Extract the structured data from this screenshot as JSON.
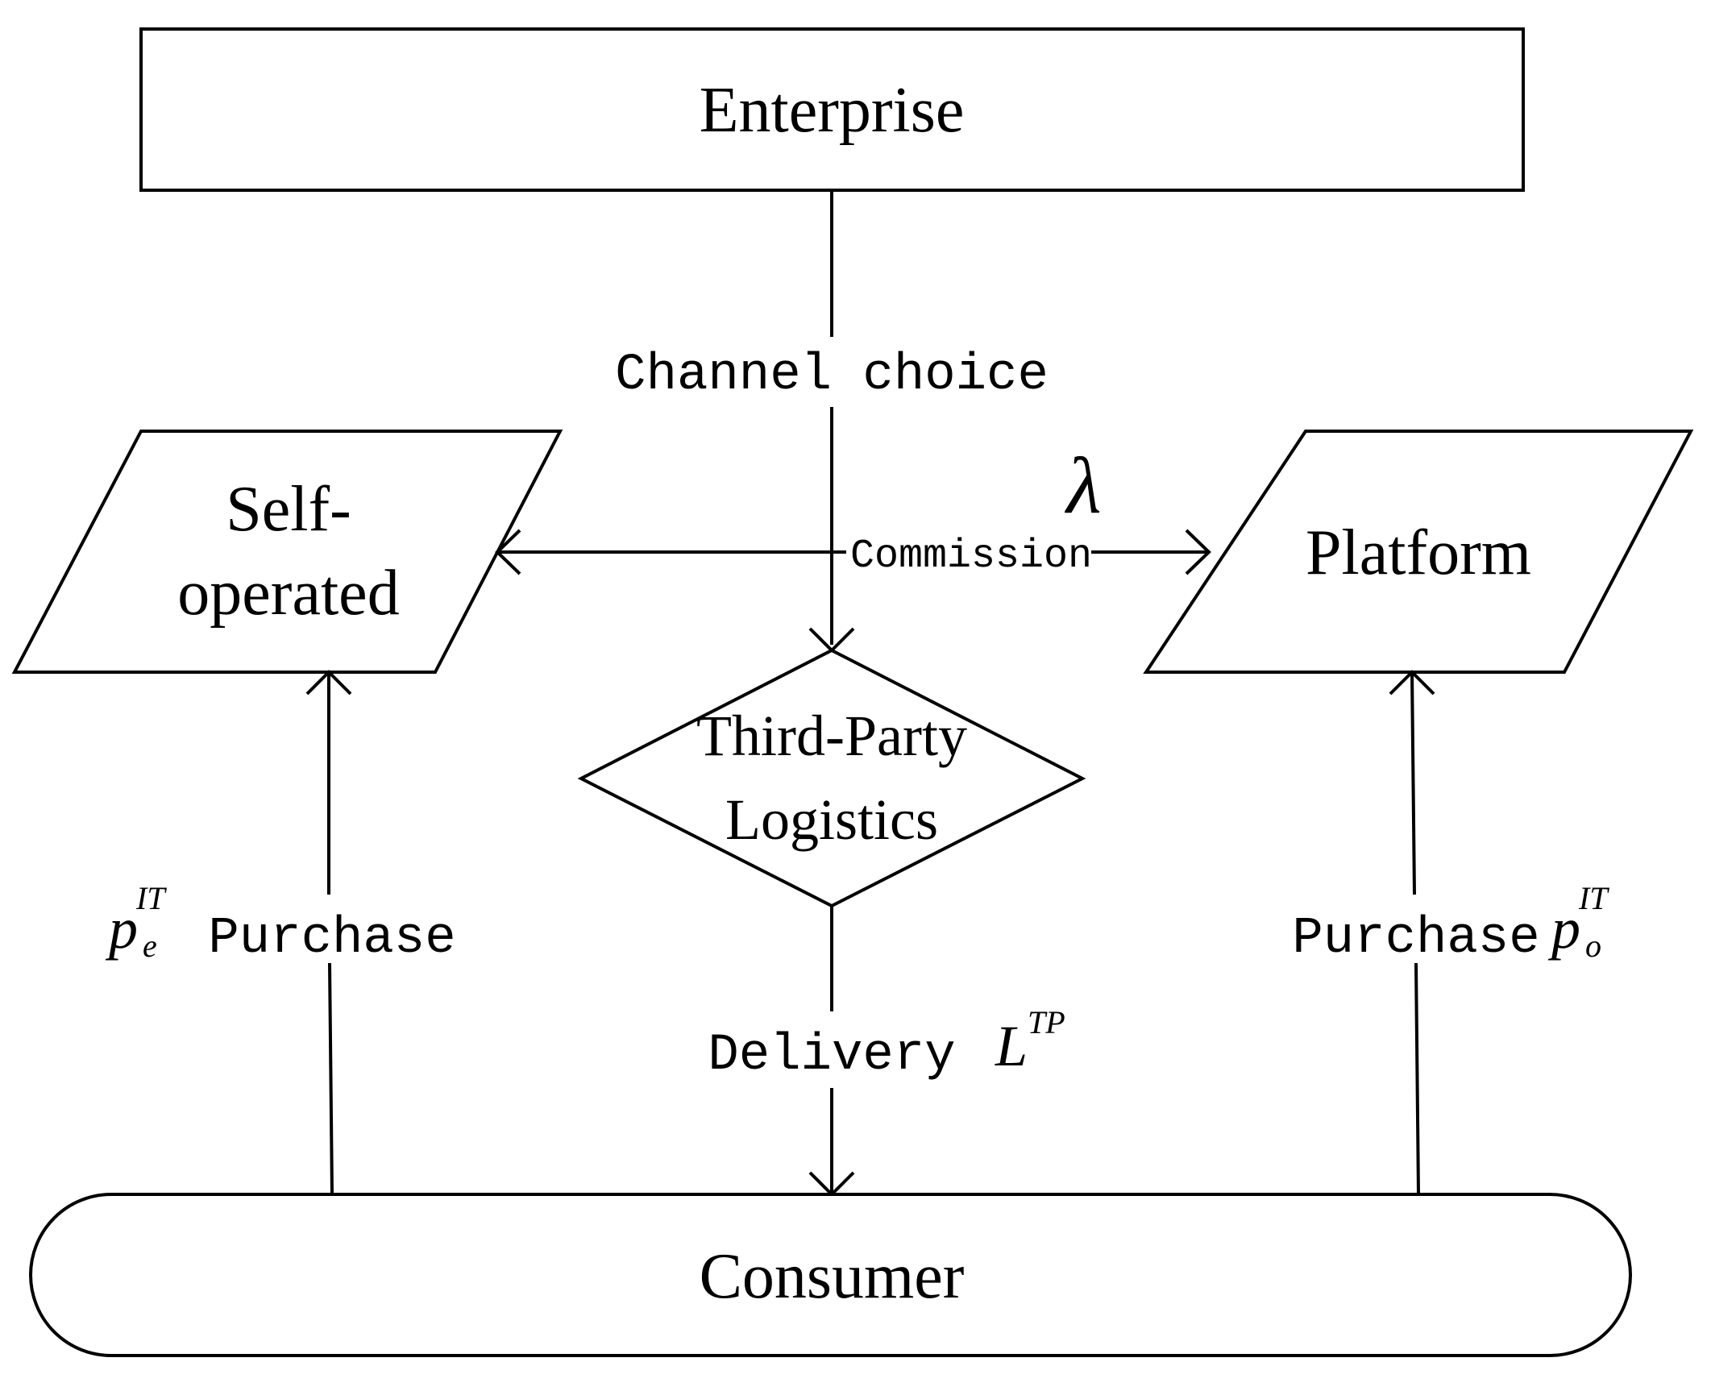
{
  "nodes": {
    "enterprise": "Enterprise",
    "self_operated_line1": "Self-",
    "self_operated_line2": "operated",
    "platform": "Platform",
    "third_party_line1": "Third-Party",
    "third_party_line2": "Logistics",
    "consumer": "Consumer"
  },
  "edges": {
    "channel_choice": "Channel choice",
    "commission": "Commission",
    "lambda": "λ",
    "left_purchase": "Purchase",
    "left_price_base": "p",
    "left_price_sub": "e",
    "left_price_sup": "IT",
    "right_purchase": "Purchase",
    "right_price_base": "p",
    "right_price_sub": "o",
    "right_price_sup": "IT",
    "delivery": "Delivery",
    "delivery_symbol_base": "L",
    "delivery_symbol_sup": "TP"
  }
}
